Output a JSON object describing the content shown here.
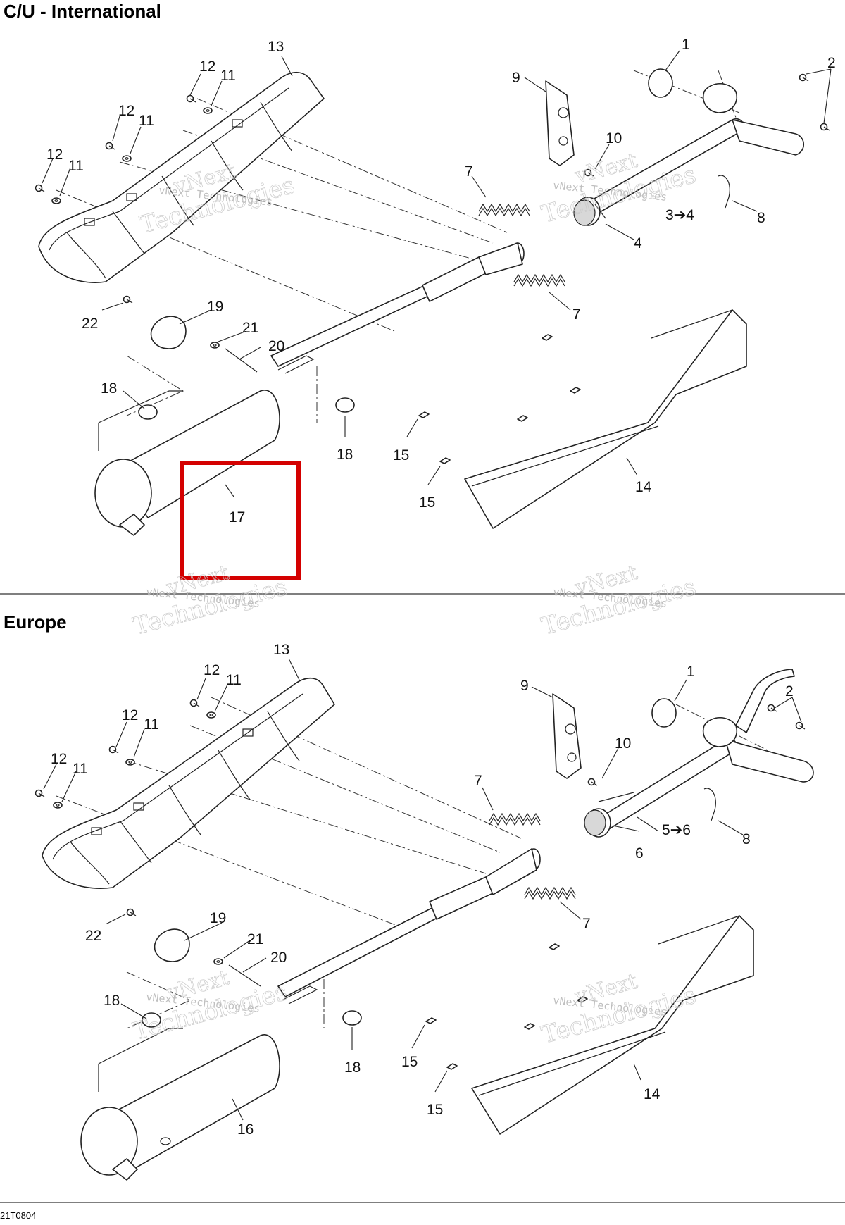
{
  "sections": [
    {
      "title": "C/U - International",
      "callouts": [
        "1",
        "2",
        "3➔4",
        "4",
        "7",
        "7",
        "8",
        "9",
        "10",
        "11",
        "11",
        "11",
        "12",
        "12",
        "12",
        "13",
        "14",
        "15",
        "15",
        "17",
        "18",
        "18",
        "19",
        "20",
        "21",
        "22"
      ]
    },
    {
      "title": "Europe",
      "callouts": [
        "1",
        "2",
        "5➔6",
        "6",
        "7",
        "7",
        "8",
        "9",
        "10",
        "11",
        "11",
        "11",
        "12",
        "12",
        "12",
        "13",
        "14",
        "15",
        "15",
        "16",
        "18",
        "18",
        "19",
        "20",
        "21",
        "22"
      ]
    }
  ],
  "highlight": {
    "color": "#d40000",
    "callout": "17"
  },
  "watermark": {
    "line1": "vNext",
    "line2": "Technologies",
    "small": "vNext Technologies"
  },
  "reference_code": "21T0804",
  "colors": {
    "line": "#222222",
    "background": "#ffffff",
    "highlight": "#d40000",
    "watermark": "#c9c9c9"
  }
}
